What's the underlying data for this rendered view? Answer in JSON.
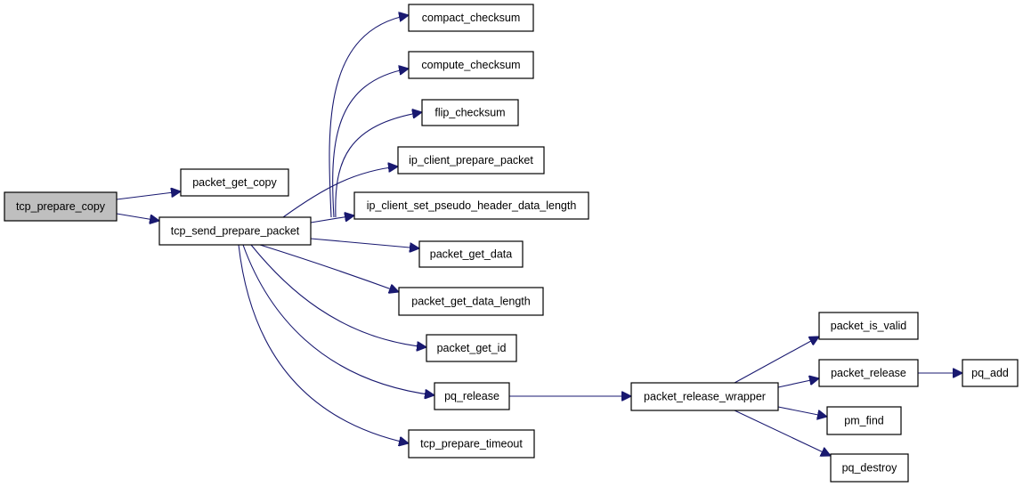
{
  "graph": {
    "nodes": [
      {
        "id": "tcp_prepare_copy",
        "label": "tcp_prepare_copy",
        "root": true
      },
      {
        "id": "packet_get_copy",
        "label": "packet_get_copy"
      },
      {
        "id": "tcp_send_prepare_packet",
        "label": "tcp_send_prepare_packet"
      },
      {
        "id": "compact_checksum",
        "label": "compact_checksum"
      },
      {
        "id": "compute_checksum",
        "label": "compute_checksum"
      },
      {
        "id": "flip_checksum",
        "label": "flip_checksum"
      },
      {
        "id": "ip_client_prepare_packet",
        "label": "ip_client_prepare_packet"
      },
      {
        "id": "ip_client_set_pseudo_header_data_length",
        "label": "ip_client_set_pseudo_header_data_length"
      },
      {
        "id": "packet_get_data",
        "label": "packet_get_data"
      },
      {
        "id": "packet_get_data_length",
        "label": "packet_get_data_length"
      },
      {
        "id": "packet_get_id",
        "label": "packet_get_id"
      },
      {
        "id": "pq_release",
        "label": "pq_release"
      },
      {
        "id": "tcp_prepare_timeout",
        "label": "tcp_prepare_timeout"
      },
      {
        "id": "packet_release_wrapper",
        "label": "packet_release_wrapper"
      },
      {
        "id": "packet_is_valid",
        "label": "packet_is_valid"
      },
      {
        "id": "packet_release",
        "label": "packet_release"
      },
      {
        "id": "pq_add",
        "label": "pq_add"
      },
      {
        "id": "pm_find",
        "label": "pm_find"
      },
      {
        "id": "pq_destroy",
        "label": "pq_destroy"
      }
    ],
    "edges": [
      {
        "from": "tcp_prepare_copy",
        "to": "packet_get_copy"
      },
      {
        "from": "tcp_prepare_copy",
        "to": "tcp_send_prepare_packet"
      },
      {
        "from": "tcp_send_prepare_packet",
        "to": "compact_checksum"
      },
      {
        "from": "tcp_send_prepare_packet",
        "to": "compute_checksum"
      },
      {
        "from": "tcp_send_prepare_packet",
        "to": "flip_checksum"
      },
      {
        "from": "tcp_send_prepare_packet",
        "to": "ip_client_prepare_packet"
      },
      {
        "from": "tcp_send_prepare_packet",
        "to": "ip_client_set_pseudo_header_data_length"
      },
      {
        "from": "tcp_send_prepare_packet",
        "to": "packet_get_data"
      },
      {
        "from": "tcp_send_prepare_packet",
        "to": "packet_get_data_length"
      },
      {
        "from": "tcp_send_prepare_packet",
        "to": "packet_get_id"
      },
      {
        "from": "tcp_send_prepare_packet",
        "to": "pq_release"
      },
      {
        "from": "tcp_send_prepare_packet",
        "to": "tcp_prepare_timeout"
      },
      {
        "from": "pq_release",
        "to": "packet_release_wrapper"
      },
      {
        "from": "packet_release_wrapper",
        "to": "packet_is_valid"
      },
      {
        "from": "packet_release_wrapper",
        "to": "packet_release"
      },
      {
        "from": "packet_release_wrapper",
        "to": "pm_find"
      },
      {
        "from": "packet_release_wrapper",
        "to": "pq_destroy"
      },
      {
        "from": "packet_release",
        "to": "pq_add"
      }
    ],
    "colors": {
      "edge": "#191970",
      "root_fill": "#bfbfbf",
      "node_fill": "#ffffff",
      "node_stroke": "#000000"
    }
  }
}
